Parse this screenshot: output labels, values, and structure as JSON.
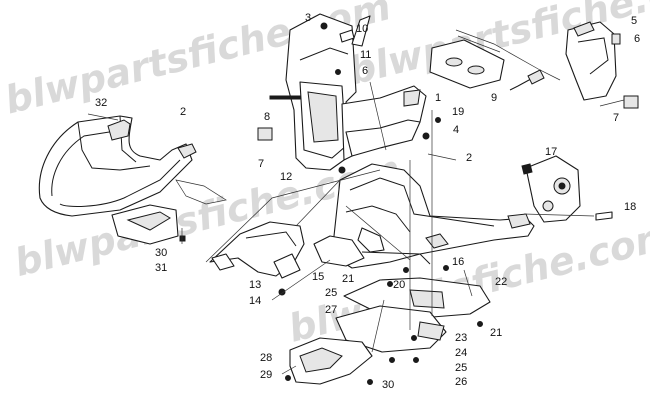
{
  "watermark": "blwpartsfiche.com",
  "callouts": [
    {
      "id": "c1",
      "text": "1"
    },
    {
      "id": "c2a",
      "text": "2"
    },
    {
      "id": "c2b",
      "text": "2"
    },
    {
      "id": "c3",
      "text": "3"
    },
    {
      "id": "c4",
      "text": "4"
    },
    {
      "id": "c5",
      "text": "5"
    },
    {
      "id": "c6a",
      "text": "6"
    },
    {
      "id": "c6b",
      "text": "6"
    },
    {
      "id": "c7a",
      "text": "7"
    },
    {
      "id": "c7b",
      "text": "7"
    },
    {
      "id": "c8",
      "text": "8"
    },
    {
      "id": "c9",
      "text": "9"
    },
    {
      "id": "c10",
      "text": "10"
    },
    {
      "id": "c11",
      "text": "11"
    },
    {
      "id": "c12",
      "text": "12"
    },
    {
      "id": "c13",
      "text": "13"
    },
    {
      "id": "c14",
      "text": "14"
    },
    {
      "id": "c15",
      "text": "15"
    },
    {
      "id": "c16",
      "text": "16"
    },
    {
      "id": "c17",
      "text": "17"
    },
    {
      "id": "c18",
      "text": "18"
    },
    {
      "id": "c19",
      "text": "19"
    },
    {
      "id": "c20",
      "text": "20"
    },
    {
      "id": "c21a",
      "text": "21"
    },
    {
      "id": "c21b",
      "text": "21"
    },
    {
      "id": "c22",
      "text": "22"
    },
    {
      "id": "c23",
      "text": "23"
    },
    {
      "id": "c24",
      "text": "24"
    },
    {
      "id": "c25a",
      "text": "25"
    },
    {
      "id": "c25b",
      "text": "25"
    },
    {
      "id": "c26",
      "text": "26"
    },
    {
      "id": "c27",
      "text": "27"
    },
    {
      "id": "c28",
      "text": "28"
    },
    {
      "id": "c29",
      "text": "29"
    },
    {
      "id": "c30a",
      "text": "30"
    },
    {
      "id": "c30b",
      "text": "30"
    },
    {
      "id": "c31",
      "text": "31"
    },
    {
      "id": "c32",
      "text": "32"
    }
  ]
}
